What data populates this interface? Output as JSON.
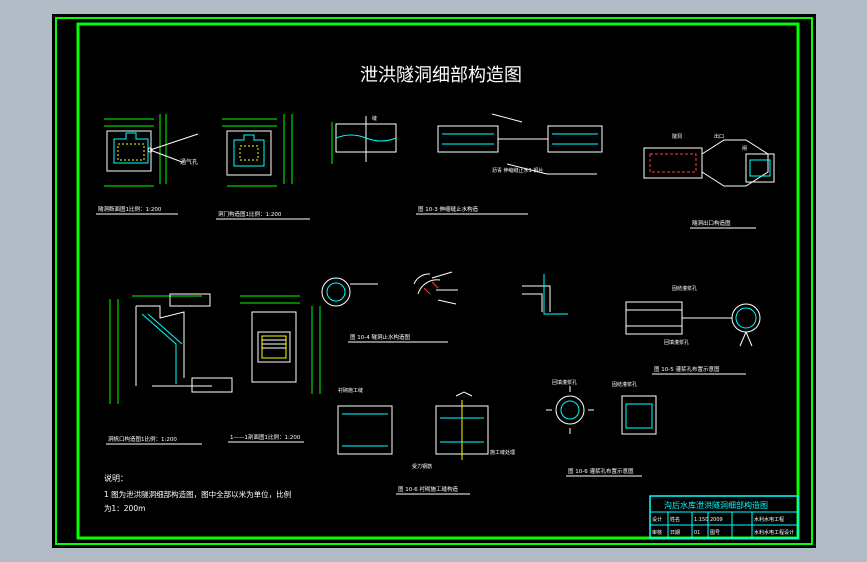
{
  "sheet": {
    "title": "泄洪隧洞细部构造图",
    "captions": {
      "c1": "隧洞断面图1比例：1:200",
      "c2": "洞门构造图1比例：1:200",
      "c3": "图 10-3 伸缩缝止水构造",
      "c4": "隧洞出口构造图",
      "c5": "洞帆口构造图1比例：1:200",
      "c6": "1——1剖面图1比例：1:200",
      "c7": "图 10-4 隧洞止水构造图",
      "c8": "图 10-5 灌浆孔布置示意图",
      "c9": "图 10-6 衬砌施工缝构造",
      "c10": "图 10-6 灌浆孔布置示意图"
    },
    "notes": {
      "heading": "说明：",
      "line1": "1 图为泄洪隧洞细部构造图，图中全部以米为单位，比例",
      "line2": "为1：200m"
    },
    "titleblock": {
      "project": "沟后水库泄洪隧洞细部构造图",
      "r1c1": "设计",
      "r1c2": "姓名",
      "r1c3": "1:150",
      "r1c4": "2009",
      "r1c5": "水利水电工程",
      "r2c1": "审核",
      "r2c2": "日期",
      "r2c3": "01",
      "r2c4": "图号",
      "r2c5": "水利水电工程设计"
    }
  }
}
